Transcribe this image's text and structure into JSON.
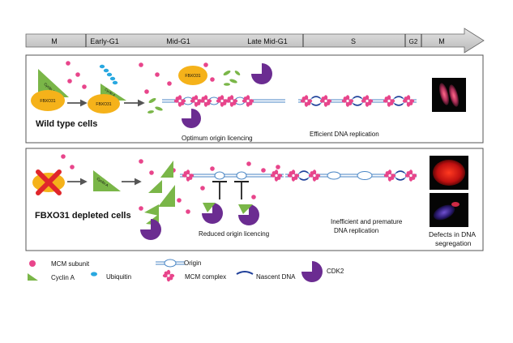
{
  "timeline": {
    "phases": [
      "M",
      "Early-G1",
      "Mid-G1",
      "Late Mid-G1",
      "S",
      "G2",
      "M"
    ]
  },
  "wild_type": {
    "title": "Wild type cells",
    "fbxo31": "FBXO31",
    "cyclin": "Cyclin A",
    "licensing": "Optimum origin licencing",
    "replication": "Efficient DNA replication"
  },
  "depleted": {
    "title": "FBXO31 depleted cells",
    "cyclin": "Cyclin A",
    "licensing": "Reduced origin licencing",
    "replication_line1": "Inefficient and premature",
    "replication_line2": "DNA replication",
    "defects_line1": "Defects in DNA",
    "defects_line2": "segregation"
  },
  "legend": {
    "mcm_subunit": "MCM subunit",
    "cyclin_a": "Cyclin A",
    "ubiquitin": "Ubiquitin",
    "origin": "Origin",
    "mcm_complex": "MCM complex",
    "nascent_dna": "Nascent DNA",
    "cdk2": "CDK2"
  },
  "colors": {
    "mcm": "#e8458b",
    "cyclin": "#7ab648",
    "fbxo31": "#f5b21a",
    "ubiquitin": "#29a8e0",
    "cdk2": "#6b2c91",
    "dna": "#4a86c5",
    "nascent": "#1f3f99",
    "inhibitor_x": "#e0262b"
  }
}
